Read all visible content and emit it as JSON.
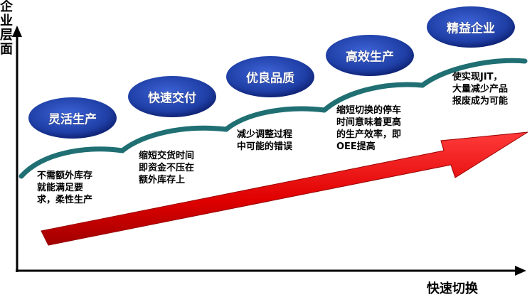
{
  "axes": {
    "y_label": "企业层面",
    "x_label": "快速切换"
  },
  "colors": {
    "stage_oval": "#1f3fa6",
    "stage_oval_dark": "#0a1a66",
    "stage_text": "#ffffff",
    "curve": "#1f6f73",
    "arrow": "#e00000"
  },
  "stages": [
    {
      "label": "灵活生产",
      "desc": [
        "不需额外库存",
        "就能满足要",
        "求，柔性生产"
      ]
    },
    {
      "label": "快速交付",
      "desc": [
        "缩短交货时间",
        "即资金不压在",
        "额外库存上"
      ]
    },
    {
      "label": "优良品质",
      "desc": [
        "减少调整过程",
        "中可能的错误"
      ]
    },
    {
      "label": "高效生产",
      "desc": [
        "缩短切换的停车",
        "时间意味着更高",
        "的生产效率，即",
        "OEE提高"
      ]
    },
    {
      "label": "精益企业",
      "desc": [
        "使实现JIT，",
        "大量减少产品",
        "报废成为可能"
      ]
    }
  ]
}
